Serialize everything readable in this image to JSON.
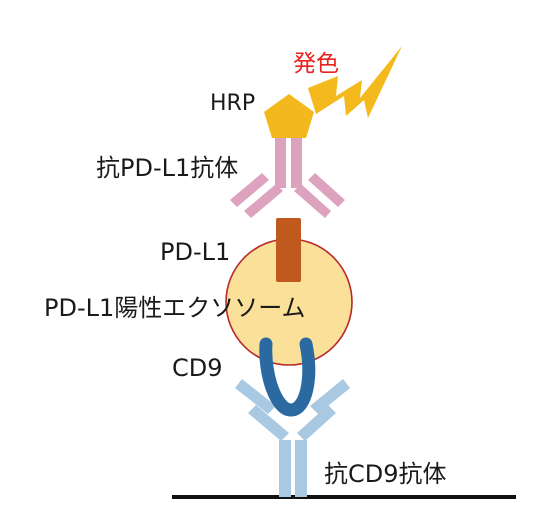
{
  "labels": {
    "color_development": "発色",
    "hrp": "HRP",
    "anti_pdl1_antibody": "抗PD-L1抗体",
    "pdl1": "PD-L1",
    "pdl1_positive_exosome": "PD-L1陽性エクソソーム",
    "cd9": "CD9",
    "anti_cd9_antibody": "抗CD9抗体"
  },
  "colors": {
    "signal_text": "#e8231f",
    "lightning": "#f4b91c",
    "hrp": "#f2b81e",
    "anti_pdl1_antibody": "#dda2bd",
    "pdl1_protein": "#c0591d",
    "exosome_fill": "#fbe09a",
    "exosome_border": "#b8292a",
    "cd9_protein": "#2b6aa1",
    "anti_cd9_antibody": "#a9c8e1",
    "surface": "#111111"
  }
}
